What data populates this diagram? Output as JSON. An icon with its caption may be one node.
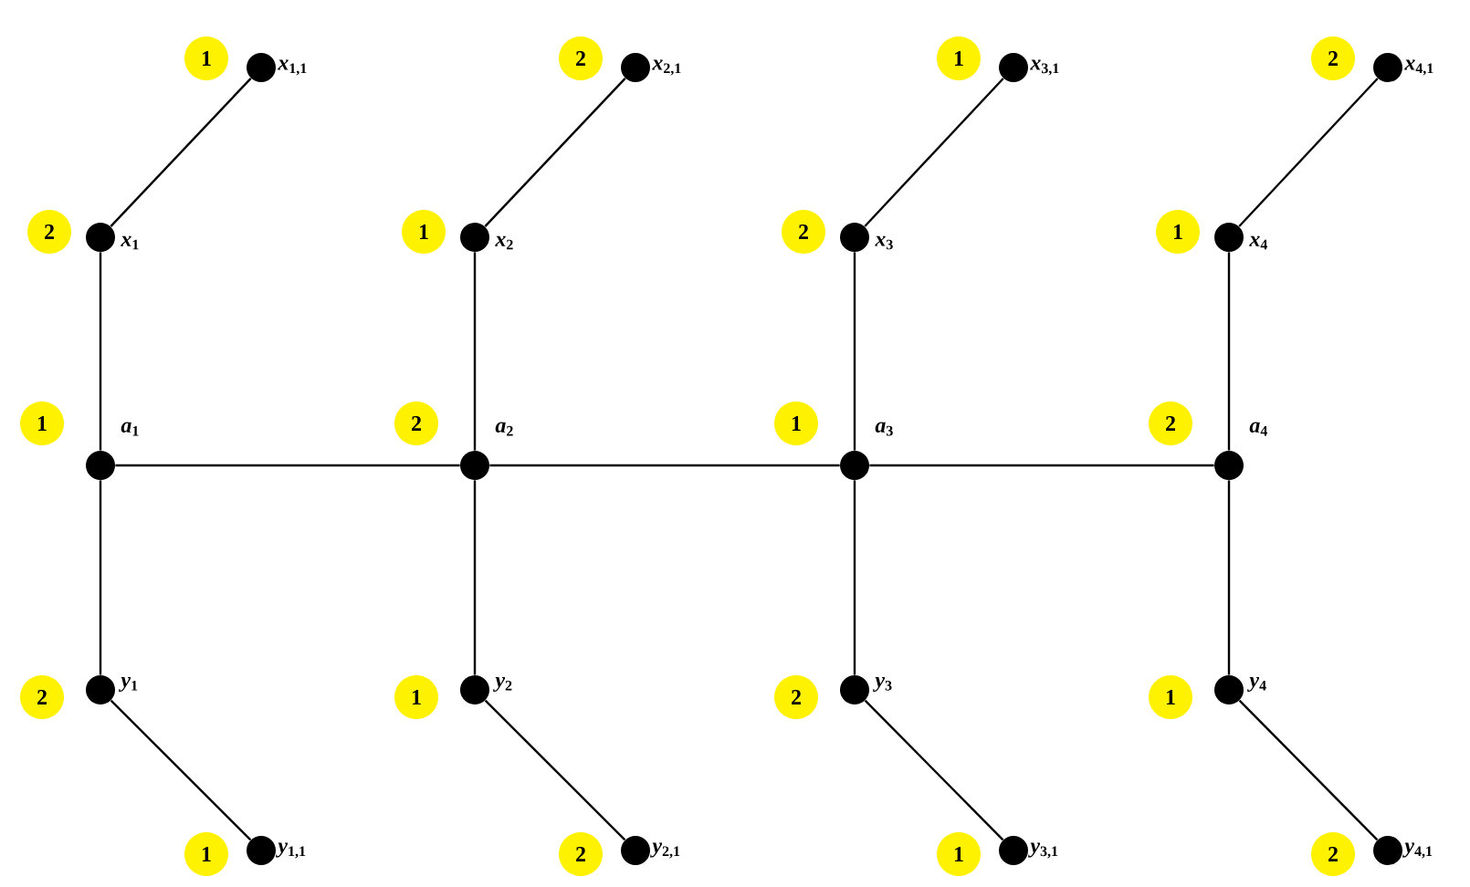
{
  "diagram": {
    "nodes": [
      {
        "text": [
          "1",
          "*x*$_{1,1}$"
        ]
      },
      {
        "text": [
          "2",
          "*x*$_{2,1}$"
        ]
      },
      {
        "text": [
          "1",
          "*x*$_{3,1}$"
        ]
      },
      {
        "text": [
          "2",
          "*x*$_{4,1}$"
        ]
      },
      {
        "text": [
          "2",
          "*x*$_{1}$"
        ]
      },
      {
        "text": [
          "1",
          "*x*$_{2}$"
        ]
      },
      {
        "text": [
          "2",
          "*x*$_{3}$"
        ]
      },
      {
        "text": [
          "1",
          "*x*$_{4}$"
        ]
      },
      {
        "text": [
          "1",
          "*a*$_{1}$"
        ]
      },
      {
        "text": [
          "2",
          "*a*$_{2}$"
        ]
      },
      {
        "text": [
          "1",
          "*a*$_{3}$"
        ]
      },
      {
        "text": [
          "2",
          "*a*$_{4}$"
        ]
      },
      {
        "text": [
          "2",
          "*y*$_{1}$"
        ]
      },
      {
        "text": [
          "1",
          "*y*$_{2}$"
        ]
      },
      {
        "text": [
          "2",
          "*y*$_{3}$"
        ]
      },
      {
        "text": [
          "1",
          "*y*$_{4}$"
        ]
      },
      {
        "text": [
          "1",
          "*y*$_{1,1}$"
        ]
      },
      {
        "text": [
          "2",
          "*y*$_{2,1}$"
        ]
      },
      {
        "text": [
          "1",
          "*y*$_{3,1}$"
        ]
      },
      {
        "text": [
          "2",
          "*y*$_{4,1}$"
        ]
      }
    ],
    "edges": [
      {
        "from": 0,
        "to": 4,
        "arrow": "none"
      },
      {
        "from": 1,
        "to": 5,
        "arrow": "none"
      },
      {
        "from": 2,
        "to": 6,
        "arrow": "none"
      },
      {
        "from": 3,
        "to": 7,
        "arrow": "none"
      },
      {
        "from": 4,
        "to": 8,
        "arrow": "none"
      },
      {
        "from": 5,
        "to": 9,
        "arrow": "none"
      },
      {
        "from": 6,
        "to": 10,
        "arrow": "none"
      },
      {
        "from": 7,
        "to": 11,
        "arrow": "none"
      },
      {
        "from": 8,
        "to": 9,
        "arrow": "none"
      },
      {
        "from": 9,
        "to": 10,
        "arrow": "none"
      },
      {
        "from": 10,
        "to": 11,
        "arrow": "none"
      },
      {
        "from": 8,
        "to": 12,
        "arrow": "none"
      },
      {
        "from": 9,
        "to": 13,
        "arrow": "none"
      },
      {
        "from": 10,
        "to": 14,
        "arrow": "none"
      },
      {
        "from": 11,
        "to": 15,
        "arrow": "none"
      },
      {
        "from": 12,
        "to": 16,
        "arrow": "none"
      },
      {
        "from": 13,
        "to": 17,
        "arrow": "none"
      },
      {
        "from": 14,
        "to": 18,
        "arrow": "none"
      },
      {
        "from": 15,
        "to": 19,
        "arrow": "none"
      }
    ]
  }
}
